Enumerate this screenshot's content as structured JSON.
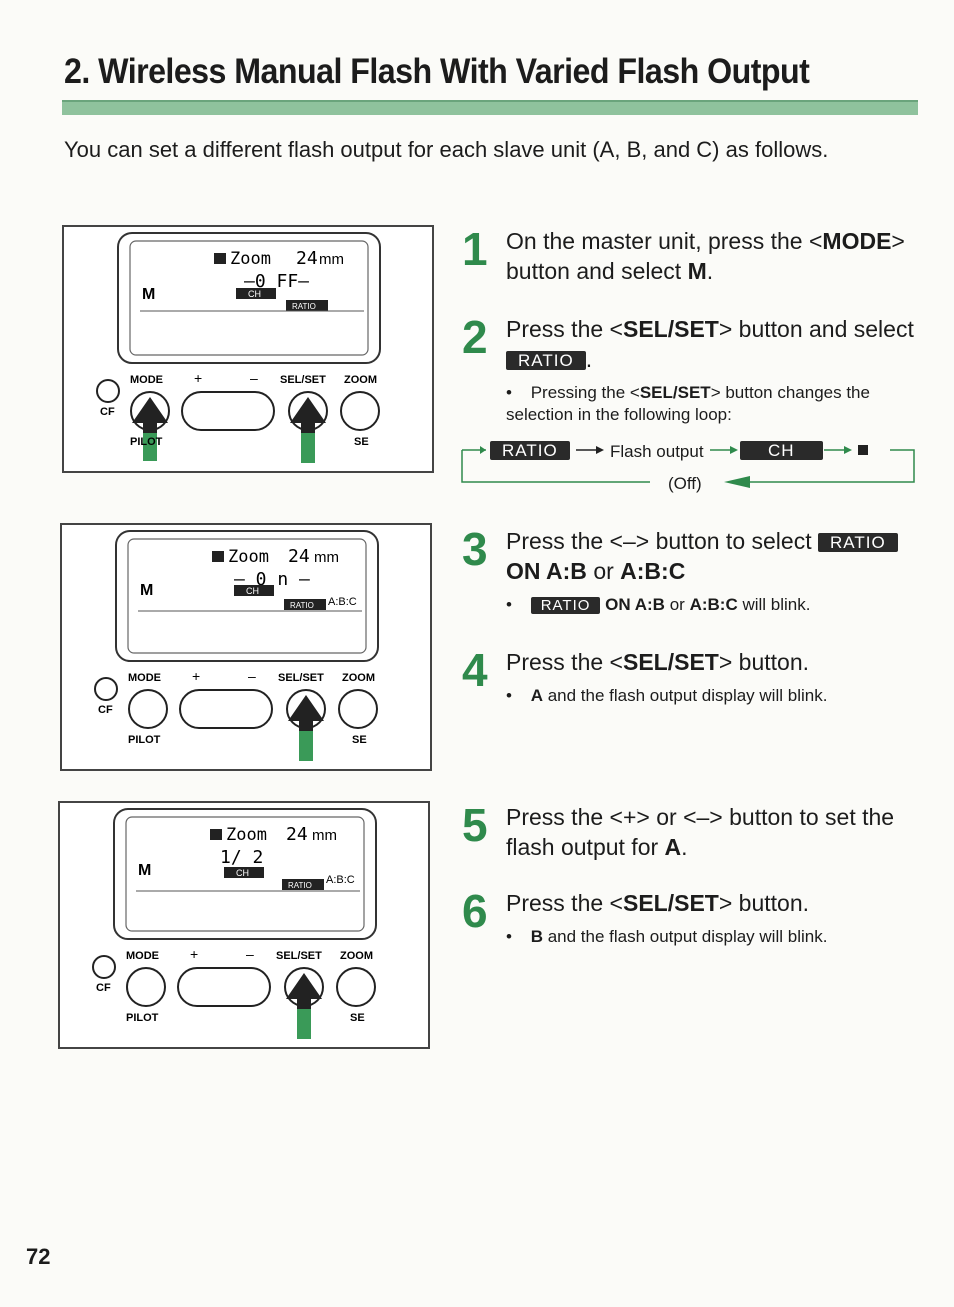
{
  "title": "2. Wireless Manual Flash With Varied Flash Output",
  "intro": "You can set a different flash output for each slave unit (A, B, and C) as follows.",
  "display_labels": {
    "zoom": "Zoom",
    "mm": "mm",
    "mode_m": "M",
    "ch": "CH",
    "ratio": "RATIO",
    "abc": "A:B:C",
    "btn_mode": "MODE",
    "btn_plus": "+",
    "btn_minus": "–",
    "btn_selset": "SEL/SET",
    "btn_zoom": "ZOOM",
    "cf": "CF",
    "pilot": "PILOT",
    "se": "SE"
  },
  "steps": [
    {
      "num": "1",
      "pre": "On the master unit, press the <",
      "key": "MODE",
      "mid": "> button and select ",
      "end": "M",
      "post": "."
    },
    {
      "num": "2",
      "pre": "Press the <",
      "key": "SEL/SET",
      "mid": "> button and select",
      "tag": "RATIO",
      "post": ".",
      "bullet_pre": "Pressing the <",
      "bullet_key": "SEL/SET",
      "bullet_post": "> button changes the selection in the following loop:"
    },
    {
      "num": "3",
      "pre": "Press the <–> button to select",
      "tag": "RATIO",
      "end": "ON A:B",
      "or": "or",
      "end2": "A:B:C",
      "bullet_tag": "RATIO",
      "bullet_a": "ON A:B",
      "bullet_or": "or",
      "bullet_b": "A:B:C",
      "bullet_post": "will blink."
    },
    {
      "num": "4",
      "pre": "Press the <",
      "key": "SEL/SET",
      "post": "> button.",
      "bullet_key": "A",
      "bullet_post": "and the flash output display will blink."
    },
    {
      "num": "5",
      "pre": "Press the <+> or <–> button to set the flash output for ",
      "end": "A",
      "post": "."
    },
    {
      "num": "6",
      "pre": "Press the <",
      "key": "SEL/SET",
      "post": "> button.",
      "bullet_key": "B",
      "bullet_post": "and the flash output display will blink."
    }
  ],
  "loop": {
    "ratio": "RATIO",
    "flash_output": "Flash output",
    "ch": "CH",
    "off": "(Off)"
  },
  "page_number": "72",
  "colors": {
    "accent_green": "#2f8a4c",
    "rule_green": "#8fc29d"
  }
}
